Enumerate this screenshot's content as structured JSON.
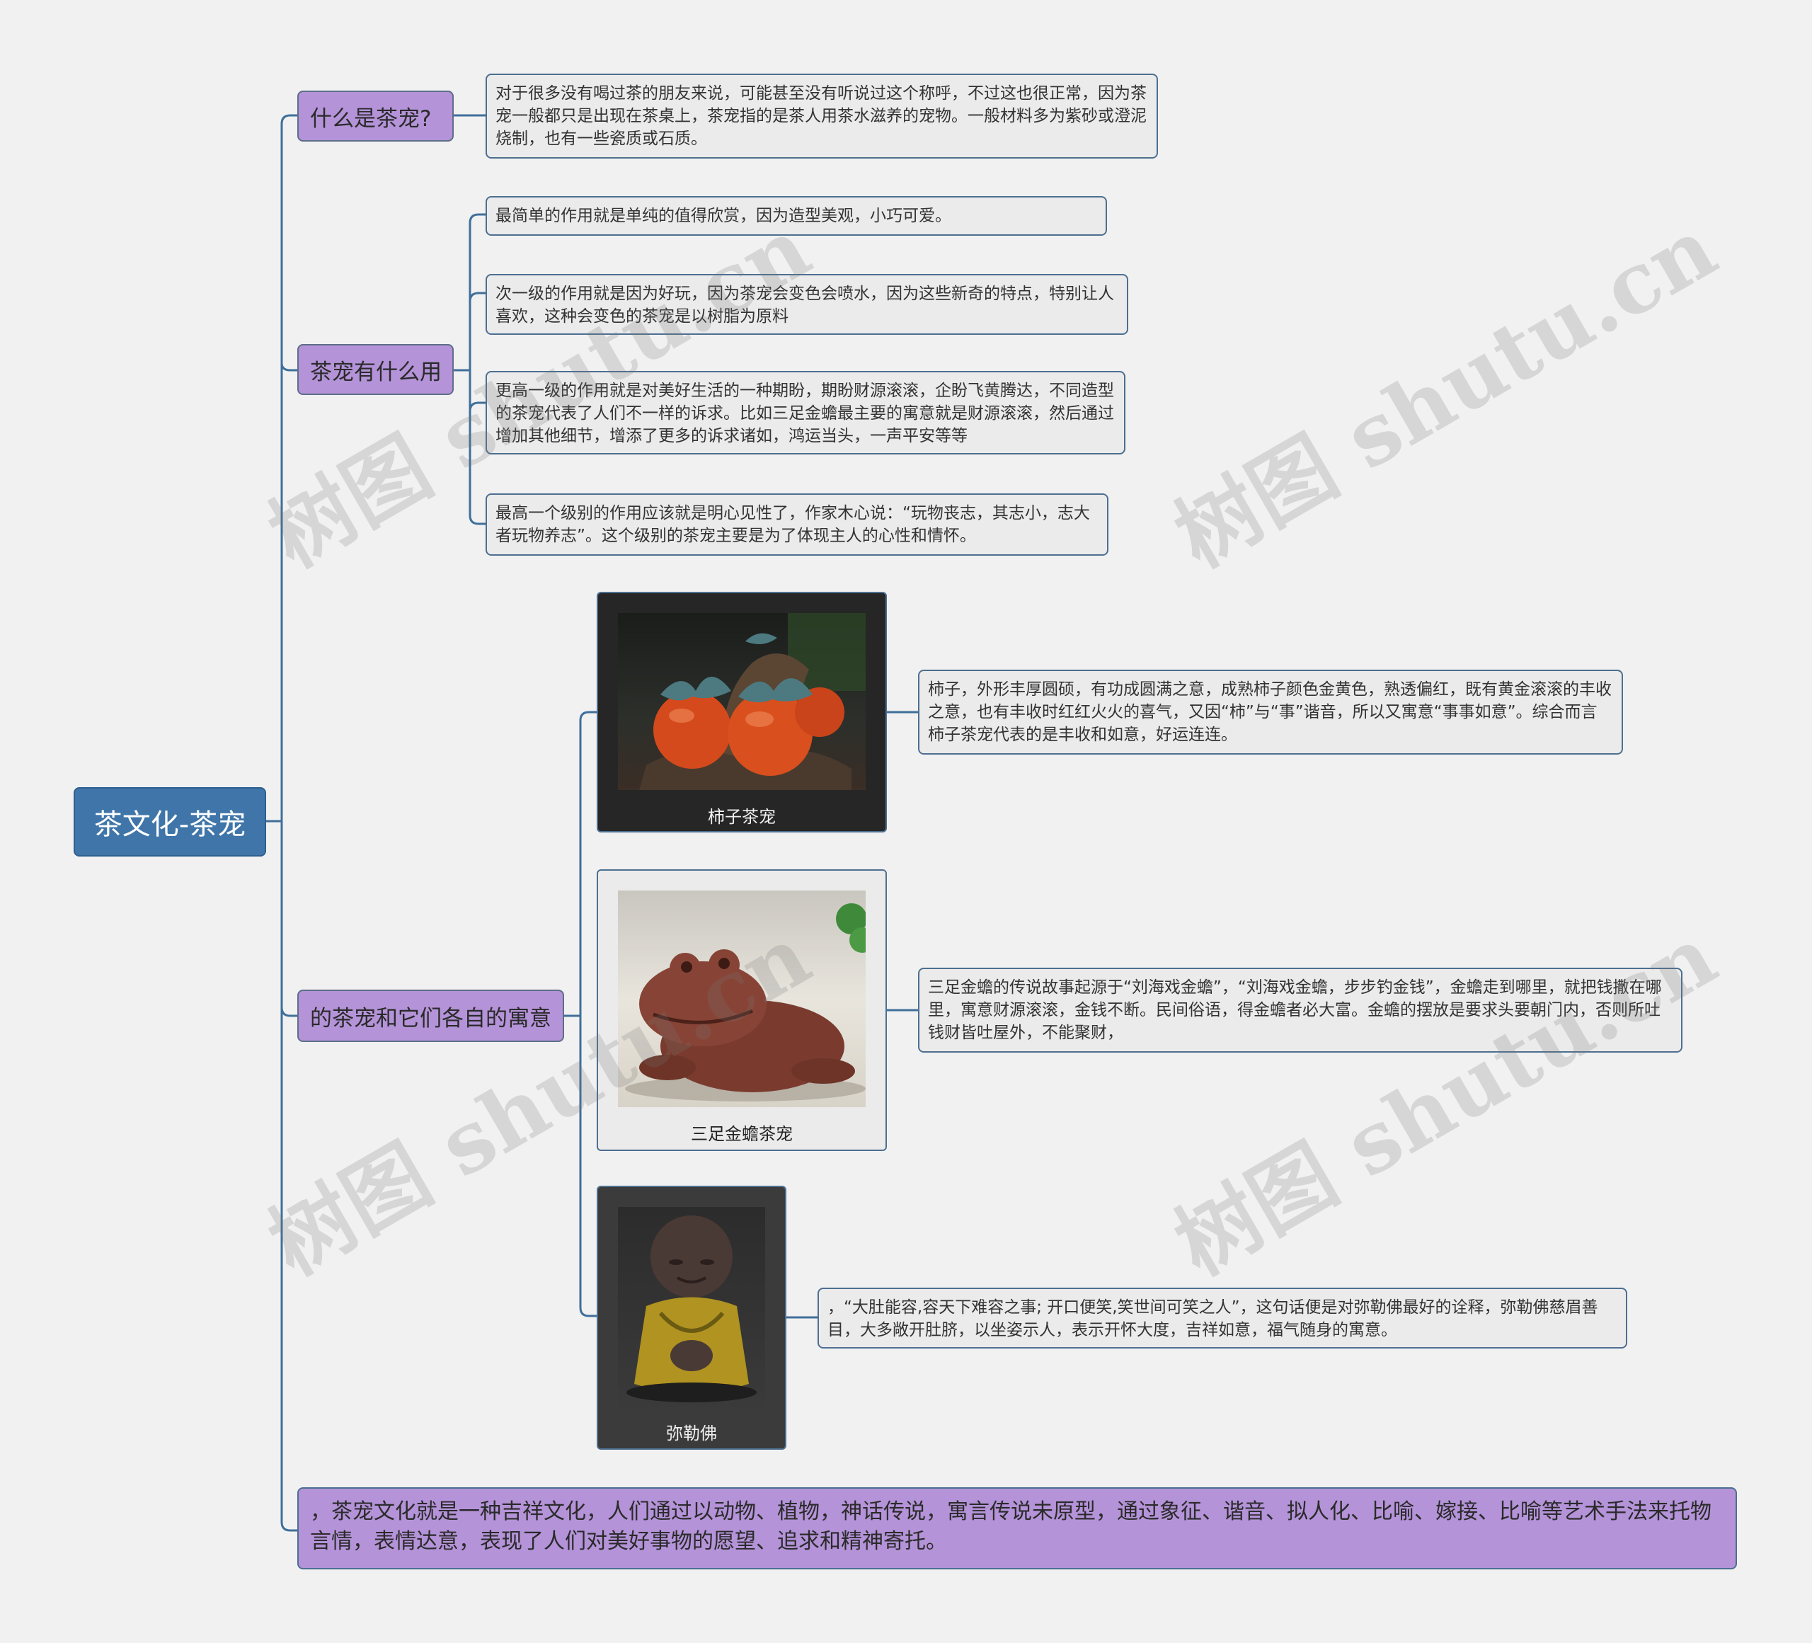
{
  "root": {
    "title": "茶文化-茶宠"
  },
  "topics": [
    {
      "label": "什么是茶宠?",
      "notes": [
        "对于很多没有喝过茶的朋友来说，可能甚至没有听说过这个称呼，不过这也很正常，因为茶宠一般都只是出现在茶桌上，茶宠指的是茶人用茶水滋养的宠物。一般材料多为紫砂或澄泥烧制，也有一些瓷质或石质。"
      ]
    },
    {
      "label": "茶宠有什么用",
      "notes": [
        "最简单的作用就是单纯的值得欣赏，因为造型美观，小巧可爱。",
        "次一级的作用就是因为好玩，因为茶宠会变色会喷水，因为这些新奇的特点，特别让人喜欢，这种会变色的茶宠是以树脂为原料",
        "更高一级的作用就是对美好生活的一种期盼，期盼财源滚滚，企盼飞黄腾达，不同造型的茶宠代表了人们不一样的诉求。比如三足金蟾最主要的寓意就是财源滚滚，然后通过增加其他细节，增添了更多的诉求诸如，鸿运当头，一声平安等等",
        "最高一个级别的作用应该就是明心见性了，作家木心说：“玩物丧志，其志小，志大者玩物养志”。这个级别的茶宠主要是为了体现主人的心性和情怀。"
      ]
    },
    {
      "label": "的茶宠和它们各自的寓意",
      "items": [
        {
          "caption": "柿子茶宠",
          "note": "柿子，外形丰厚圆硕，有功成圆满之意，成熟柿子颜色金黄色，熟透偏红，既有黄金滚滚的丰收之意，也有丰收时红红火火的喜气，又因“柿”与“事”谐音，所以又寓意“事事如意”。综合而言柿子茶宠代表的是丰收和如意，好运连连。"
        },
        {
          "caption": "三足金蟾茶宠",
          "note": "三足金蟾的传说故事起源于“刘海戏金蟾”，“刘海戏金蟾，步步钓金钱”，金蟾走到哪里，就把钱撒在哪里，寓意财源滚滚，金钱不断。民间俗语，得金蟾者必大富。金蟾的摆放是要求头要朝门内，否则所吐钱财皆吐屋外，不能聚财，"
        },
        {
          "caption": "弥勒佛",
          "note": "，“大肚能容,容天下难容之事; 开口便笑,笑世间可笑之人”，这句话便是对弥勒佛最好的诠释，弥勒佛慈眉善目，大多敞开肚脐，以坐姿示人，表示开怀大度，吉祥如意，福气随身的寓意。"
        }
      ]
    }
  ],
  "summary": "，茶宠文化就是一种吉祥文化，人们通过以动物、植物，神话传说，寓言传说未原型，通过象征、谐音、拟人化、比喻、嫁接、比喻等艺术手法来托物言情，表情达意，表现了人们对美好事物的愿望、追求和精神寄托。",
  "watermark": "树图 shutu.cn",
  "colors": {
    "root": "#3f75a8",
    "topic": "#b493d8",
    "note": "#ebebeb",
    "line": "#3f6f9a",
    "background": "#f1f1f1"
  }
}
